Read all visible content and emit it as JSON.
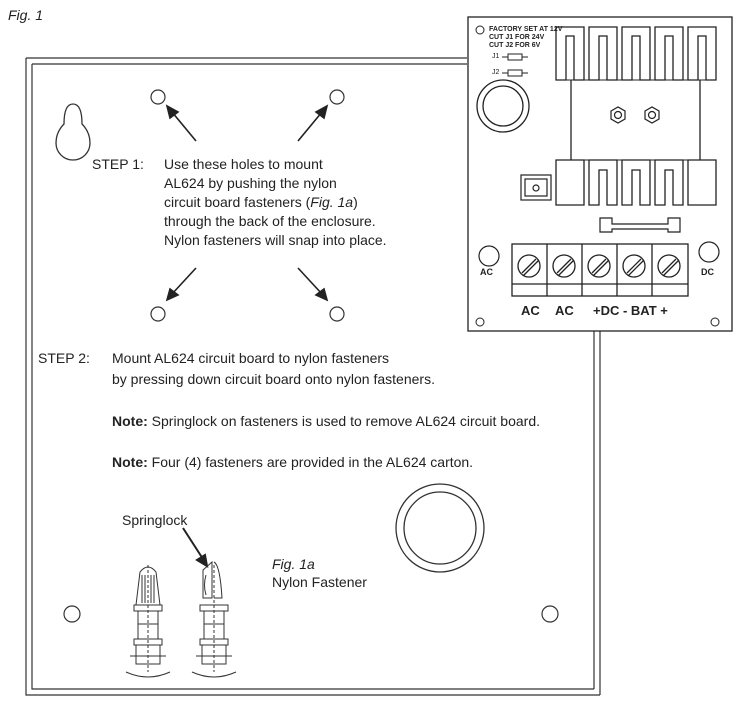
{
  "figure_label": "Fig. 1",
  "step1": {
    "label": "STEP 1:",
    "lines": {
      "l1": "Use these holes to mount",
      "l2": "AL624 by pushing the nylon",
      "l3": "circuit board fasteners (",
      "l3_ref": "Fig. 1a",
      "l3_end": ")",
      "l4": "through the back of the enclosure.",
      "l5": "Nylon fasteners will snap into place."
    }
  },
  "step2": {
    "label": "STEP 2:",
    "line1": "Mount AL624 circuit board to nylon fasteners",
    "line2": "by pressing down circuit board onto nylon fasteners."
  },
  "note1": {
    "label": "Note:",
    "text": " Springlock on fasteners is used to remove AL624 circuit board."
  },
  "note2": {
    "label": "Note:",
    "text": " Four (4) fasteners are provided in the AL624 carton."
  },
  "springlock_label": "Springlock",
  "fig1a": {
    "ref": "Fig. 1a",
    "caption": "Nylon Fastener"
  },
  "board": {
    "factory_line1": "FACTORY SET AT 12V",
    "factory_line2": "CUT J1 FOR 24V",
    "factory_line3": "CUT J2 FOR 6V",
    "j1": "J1",
    "j2": "J2",
    "ac_left": "AC",
    "dc_right": "DC",
    "term_ac1": "AC",
    "term_ac2": "AC",
    "term_rest": "+DC - BAT +"
  }
}
